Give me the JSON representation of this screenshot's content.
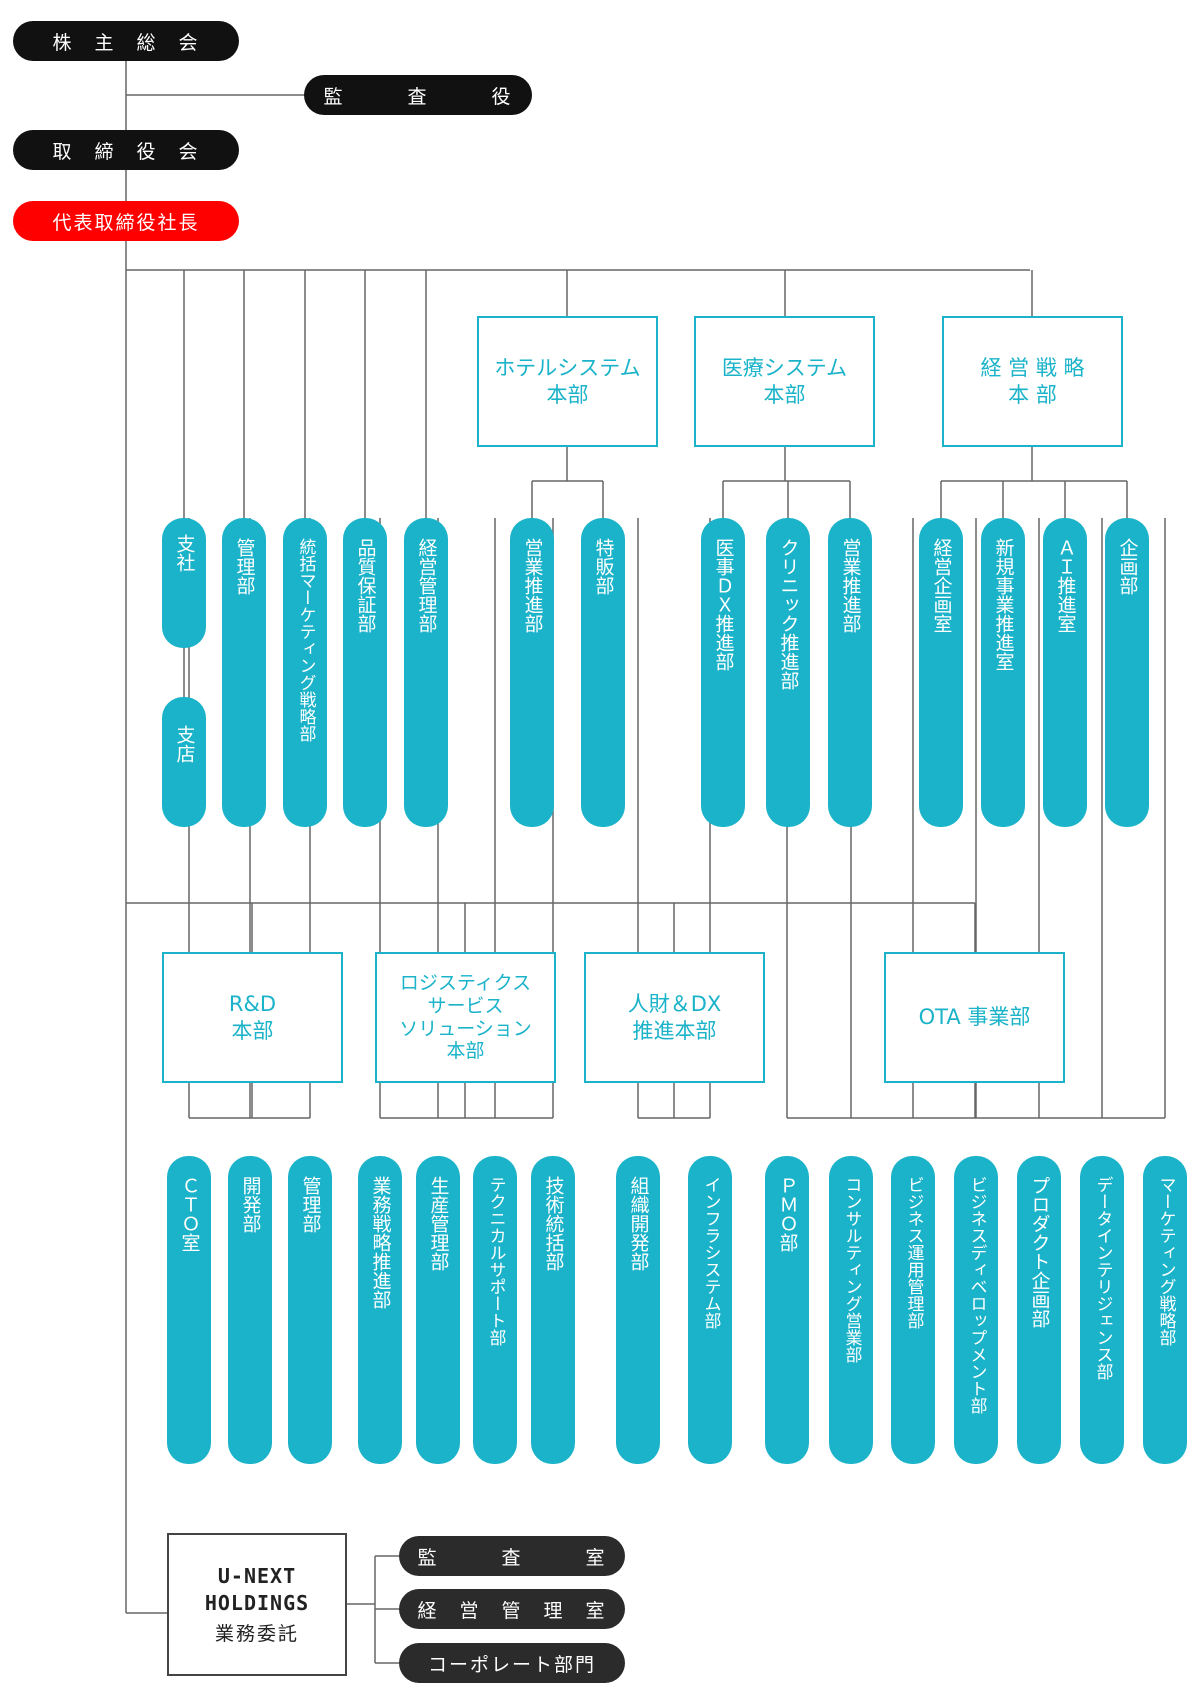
{
  "top": {
    "shareholders": "株　主　総　会",
    "auditor": "監　　　査　　　役",
    "board": "取　締　役　会",
    "president": "代表取締役社長"
  },
  "row1_direct": [
    {
      "text": "支社",
      "sub": "支店"
    },
    {
      "text": "管理部"
    },
    {
      "text": "統括マーケティング戦略部"
    },
    {
      "text": "品質保証部"
    },
    {
      "text": "経営管理部"
    }
  ],
  "row1_divisions": [
    {
      "title": "ホテルシステム\n本部",
      "children": [
        "営業推進部",
        "特販部"
      ]
    },
    {
      "title": "医療システム\n本部",
      "children": [
        "医事ＤＸ推進部",
        "クリニック推進部",
        "営業推進部"
      ]
    },
    {
      "title": "経 営 戦 略\n本 部",
      "children": [
        "経営企画室",
        "新規事業推進室",
        "ＡＩ推進室",
        "企画部"
      ]
    }
  ],
  "row2_divisions": [
    {
      "title": "R&D\n本部",
      "children": [
        "ＣＴＯ室",
        "開発部",
        "管理部"
      ]
    },
    {
      "title": "ロジスティクス\nサービス\nソリューション\n本部",
      "children": [
        "業務戦略推進部",
        "生産管理部",
        "テクニカルサポート部",
        "技術統括部"
      ]
    },
    {
      "title": "人財＆DX\n推進本部",
      "children": [
        "組織開発部",
        "インフラシステム部"
      ]
    },
    {
      "title": "OTA 事業部",
      "children": [
        "ＰＭＯ部",
        "コンサルティング営業部",
        "ビジネス運用管理部",
        "ビジネスディベロップメント部",
        "プロダクト企画部",
        "データインテリジェンス部",
        "マーケティング戦略部"
      ]
    }
  ],
  "holdings": {
    "line1": "U-NEXT",
    "line2": "HOLDINGS",
    "line3": "業務委託",
    "services": [
      "監　　　査　　　室",
      "経　営　管　理　室",
      "コーポレート部門"
    ]
  },
  "colors": {
    "accent": "#1ab3c9",
    "president": "#ff0000",
    "black": "#111111",
    "line": "#555555"
  }
}
